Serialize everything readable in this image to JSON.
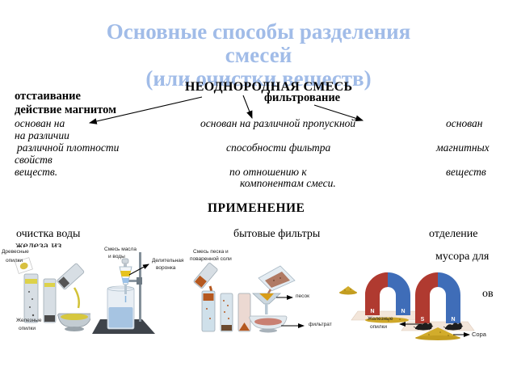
{
  "title": {
    "line1": "Основные способы разделения",
    "line2": "смесей",
    "line3": "(или очистки веществ)"
  },
  "mixture": {
    "heading": "НЕОДНОРОДНАЯ СМЕСЬ"
  },
  "methods": {
    "settling": "отстаивание",
    "magnet": "действие магнитом",
    "filtering": "фильтрование"
  },
  "desc": {
    "left1": "основан на",
    "left2": "на различии",
    "left3": "различной плотности",
    "left4": "свойств",
    "left5": "веществ.",
    "center1": "основан на различной пропускной",
    "center2": "способности фильтра",
    "center3": "по отношению к",
    "center4": "компонентам смеси.",
    "right1": "основан",
    "right2": "магнитных",
    "right3": "веществ"
  },
  "application": {
    "heading": "ПРИМЕНЕНИЕ",
    "left1": "очистка воды",
    "left2": "железа из",
    "center": "бытовые фильтры",
    "right1": "отделение",
    "right2": "мусора для",
    "right_cut": "ов"
  },
  "fig_settling": {
    "label_top1": "Древесные",
    "label_top2": "опилки",
    "label_bottom1": "Железные",
    "label_bottom2": "опилки"
  },
  "fig_funnel": {
    "label_top1": "Смесь масла",
    "label_top2": "и воды",
    "label_ref1": "Делительная",
    "label_ref2": "воронка"
  },
  "fig_filtering": {
    "label_top1": "Смесь песка и",
    "label_top2": "поваренной соли",
    "label_sand": "песок",
    "label_filtrate": "фильтрат"
  },
  "fig_magnets": {
    "pole1_left": "N",
    "pole1_right": "N",
    "pole2_left": "S",
    "pole2_right": "N",
    "label_filings1": "Железные",
    "label_filings2": "опилки",
    "label_debris": "Сора"
  },
  "colors": {
    "title_blue": "#a1bce8",
    "magnet_red": "#b03a30",
    "magnet_blue": "#3f6db8",
    "sawdust_gold": "#d2ac2b",
    "sand_orange": "#b5581f"
  }
}
